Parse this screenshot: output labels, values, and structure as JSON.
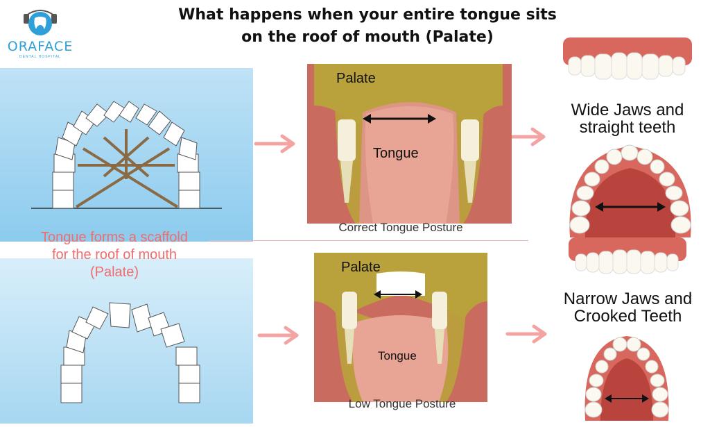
{
  "title_line1": "What happens when your entire tongue sits",
  "title_line2": "on the roof of mouth (Palate)",
  "logo": {
    "name": "ORAFACE",
    "tagline": "DENTAL HOSPITAL"
  },
  "scaffold_caption": [
    "Tongue forms a scaffold",
    "for the roof of mouth",
    "(Palate)"
  ],
  "correct": {
    "palate": "Palate",
    "tongue": "Tongue",
    "caption": "Correct Tongue Posture"
  },
  "low": {
    "palate": "Palate",
    "tongue": "Tongue",
    "caption": "Low Tongue Posture"
  },
  "wide_jaws": [
    "Wide Jaws and",
    "straight teeth"
  ],
  "narrow_jaws": [
    "Narrow Jaws and",
    "Crooked Teeth"
  ],
  "colors": {
    "arrow": "#f4a3a3",
    "accent": "#ef6d6d",
    "brand": "#2e9fd8",
    "gum": "#c96b5e",
    "bone": "#b9a23c"
  }
}
